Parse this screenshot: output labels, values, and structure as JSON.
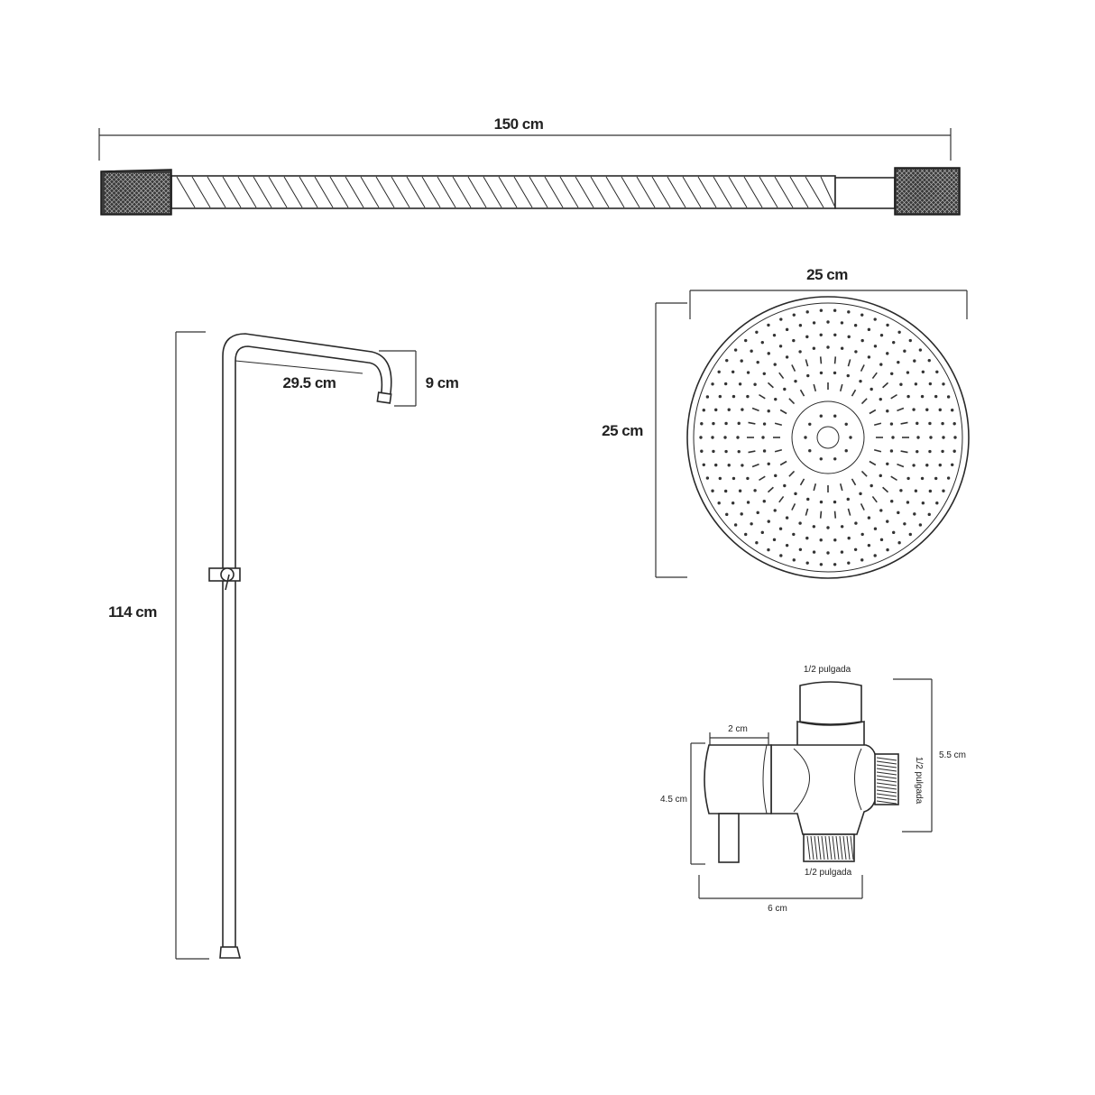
{
  "hose": {
    "length_label": "150 cm"
  },
  "column": {
    "height_label": "114 cm",
    "arm_label": "29.5 cm",
    "drop_label": "9 cm"
  },
  "shower_head": {
    "width_label": "25 cm",
    "height_label": "25 cm"
  },
  "diverter": {
    "top_thread_label": "1/2 pulgada",
    "knob_label": "2 cm",
    "height_left_label": "4.5 cm",
    "height_right_label": "5.5 cm",
    "side_thread_label": "1/2 pulgada",
    "bottom_thread_label": "1/2 pulgada",
    "width_label": "6 cm"
  },
  "colors": {
    "line": "#2a2a2a",
    "background": "#ffffff"
  }
}
